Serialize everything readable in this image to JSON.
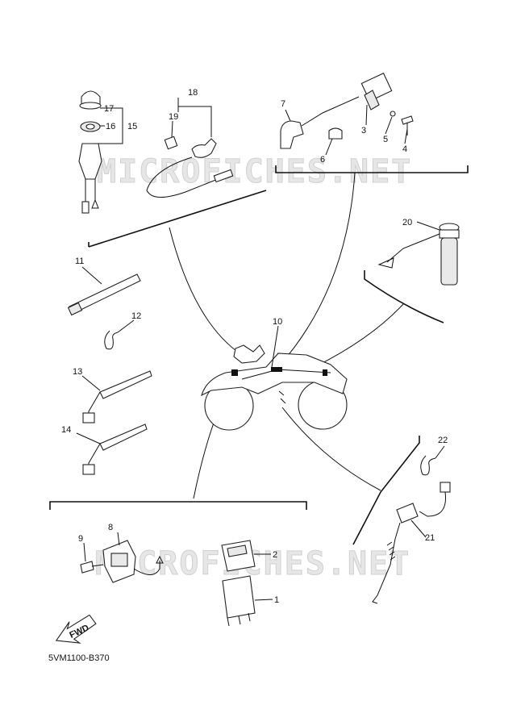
{
  "diagram": {
    "watermark": "MICROFICHES.NET",
    "part_code": "5VM1100-B370",
    "fwd_label": "FWD",
    "callouts": {
      "c1": "1",
      "c2": "2",
      "c3": "3",
      "c4": "4",
      "c5": "5",
      "c6": "6",
      "c7": "7",
      "c8": "8",
      "c9": "9",
      "c10": "10",
      "c11": "11",
      "c12": "12",
      "c13": "13",
      "c14": "14",
      "c15": "15",
      "c16": "16",
      "c17": "17",
      "c18": "18",
      "c19": "19",
      "c20": "20",
      "c21": "21",
      "c22": "22"
    }
  }
}
